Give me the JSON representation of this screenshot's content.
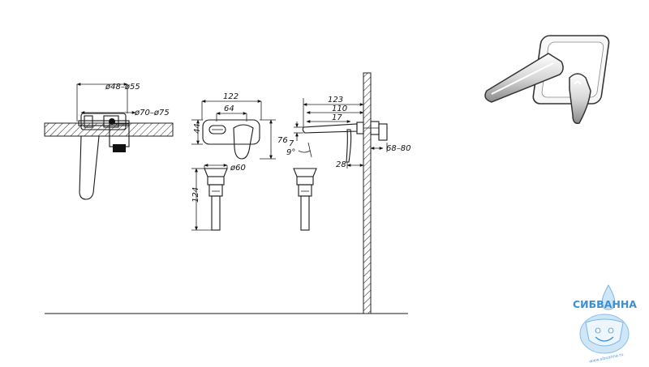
{
  "dimensions": {
    "side_diameter_top": "ø48–ø55",
    "side_diameter_bottom": "ø70–ø75",
    "front_width_overall": "122",
    "front_width_inner": "64",
    "front_height_left": "44",
    "front_height_right": "76",
    "drain_diameter": "ø60",
    "drain_length": "124",
    "profile_length_overall": "123",
    "profile_length_spout": "110",
    "profile_offset": "17",
    "profile_small": "7",
    "profile_angle": "9°",
    "profile_depth": "28",
    "profile_wall_range": "68–80"
  },
  "logo": {
    "name": "СИБВАННА",
    "url": "www.sibvanna.ru"
  },
  "colors": {
    "line": "#1a1a1a",
    "logo_blue": "#3a8fd6",
    "logo_light": "#cfe6f7"
  }
}
